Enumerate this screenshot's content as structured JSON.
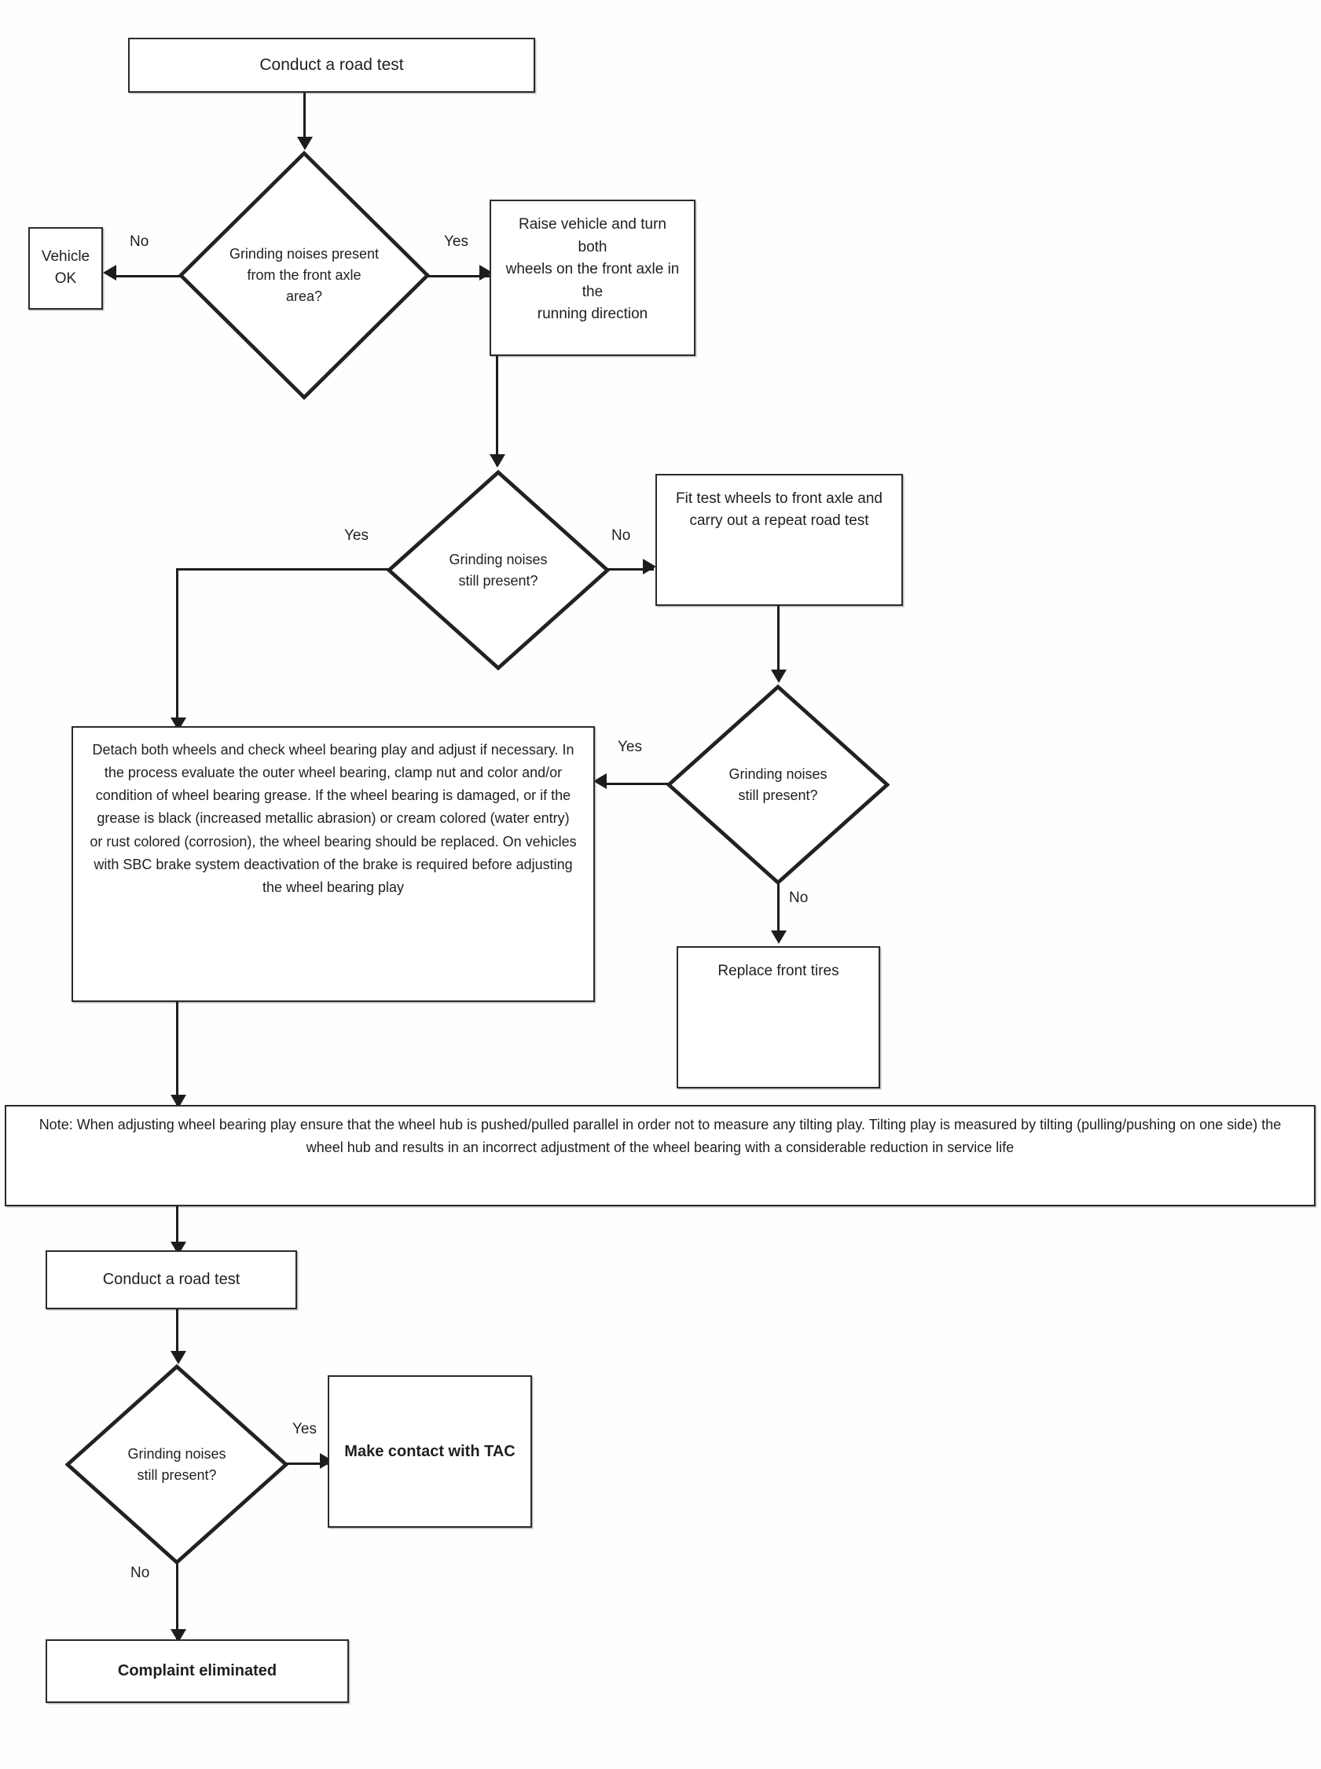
{
  "diagram": {
    "title": "Front axle grinding noise diagnostic flowchart",
    "type": "flowchart",
    "background_color": "#ffffff",
    "line_color": "#1c1c1c",
    "box_border_color": "#2b2b2b"
  },
  "nodes": {
    "road_test_1": {
      "label": "Conduct a road test",
      "shape": "process"
    },
    "decision_1": {
      "label": "Grinding noises present\nfrom the front axle\narea?",
      "shape": "decision"
    },
    "vehicle_ok": {
      "label": "Vehicle\nOK",
      "shape": "terminator"
    },
    "raise_vehicle": {
      "label": "Raise vehicle and turn both\nwheels on the front axle in the\nrunning direction",
      "shape": "process"
    },
    "decision_2": {
      "label": "Grinding noises\nstill present?",
      "shape": "decision"
    },
    "fit_test_wheels": {
      "label": "Fit test wheels to front axle and\ncarry out a repeat road test",
      "shape": "process"
    },
    "decision_3": {
      "label": "Grinding noises\nstill present?",
      "shape": "decision"
    },
    "replace_tires": {
      "label": "Replace front tires",
      "shape": "process"
    },
    "detach_wheels": {
      "label": "Detach both wheels and check wheel bearing play and adjust if necessary. In the process evaluate the outer wheel bearing, clamp nut and color and/or condition of wheel bearing grease. If the wheel bearing is damaged, or if the grease is black (increased metallic abrasion) or cream colored (water entry) or rust colored (corrosion), the wheel bearing should be replaced. On vehicles with SBC brake system deactivation of the brake is required before adjusting the wheel bearing play",
      "shape": "process"
    },
    "note": {
      "label": "Note: When adjusting wheel bearing play ensure that the wheel hub is pushed/pulled parallel in order not to measure any tilting play. Tilting play is measured by tilting (pulling/pushing on one side) the wheel hub and results in an incorrect adjustment of the wheel bearing with a considerable reduction in service life",
      "shape": "note"
    },
    "road_test_2": {
      "label": "Conduct a road test",
      "shape": "process"
    },
    "decision_4": {
      "label": "Grinding noises\nstill present?",
      "shape": "decision"
    },
    "make_contact_tac": {
      "label": "Make contact with TAC",
      "shape": "process"
    },
    "complaint_eliminated": {
      "label": "Complaint eliminated",
      "shape": "terminator"
    }
  },
  "edge_labels": {
    "d1_no": "No",
    "d1_yes": "Yes",
    "d2_yes": "Yes",
    "d2_no": "No",
    "d3_yes": "Yes",
    "d3_no": "No",
    "d4_yes": "Yes",
    "d4_no": "No"
  }
}
